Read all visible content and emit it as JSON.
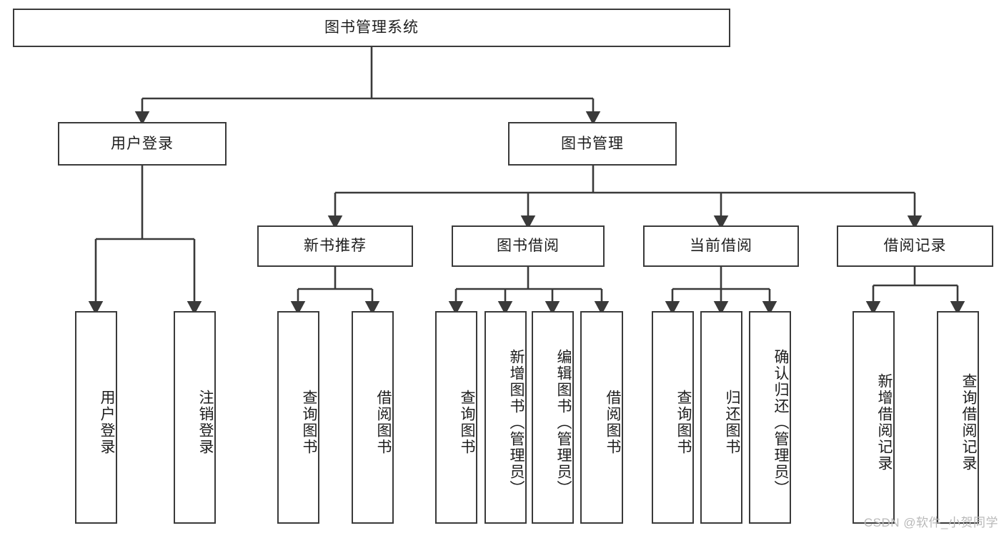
{
  "diagram": {
    "title": "图书管理系统",
    "watermark": "CSDN @软件_小贺同学",
    "colors": {
      "box_border": "#3a3a3a",
      "edge": "#3a3a3a",
      "text": "#1d1d1d",
      "background": "#ffffff",
      "watermark": "#b9b9b9"
    },
    "root": {
      "label": "图书管理系统"
    },
    "level2": [
      {
        "label": "用户登录"
      },
      {
        "label": "图书管理"
      }
    ],
    "level3": [
      {
        "label": "新书推荐"
      },
      {
        "label": "图书借阅"
      },
      {
        "label": "当前借阅"
      },
      {
        "label": "借阅记录"
      }
    ],
    "leaves": {
      "user_login": [
        {
          "label": "用户登录"
        },
        {
          "label": "注销登录"
        }
      ],
      "new_book": [
        {
          "label": "查询图书"
        },
        {
          "label": "借阅图书"
        }
      ],
      "book_borrow": [
        {
          "label": "查询图书"
        },
        {
          "label": "新增图书（管理员）"
        },
        {
          "label": "编辑图书（管理员）"
        },
        {
          "label": "借阅图书"
        }
      ],
      "current_borrow": [
        {
          "label": "查询图书"
        },
        {
          "label": "归还图书"
        },
        {
          "label": "确认归还（管理员）"
        }
      ],
      "borrow_record": [
        {
          "label": "新增借阅记录"
        },
        {
          "label": "查询借阅记录"
        }
      ]
    }
  }
}
